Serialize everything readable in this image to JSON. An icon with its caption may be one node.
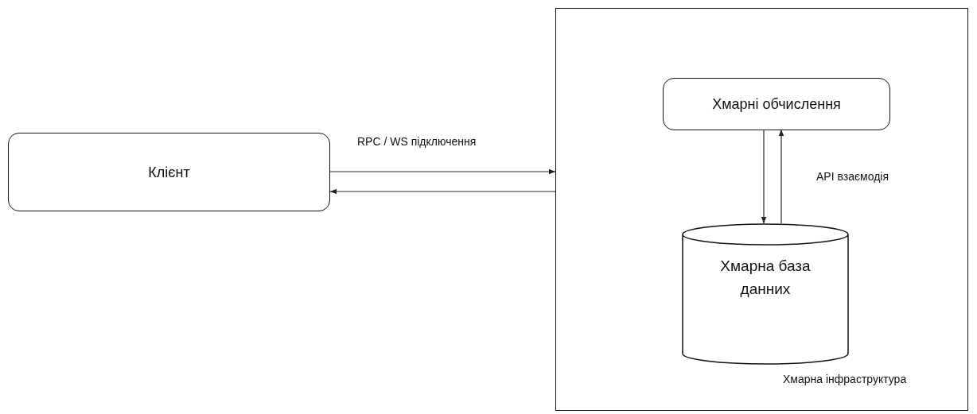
{
  "diagram": {
    "nodes": [
      {
        "text": [
          "Хмарна інфраструктура"
        ]
      },
      {
        "text": [
          "Клієнт"
        ]
      },
      {
        "text": [
          "Хмарні обчислення"
        ],
        "in": 0
      },
      {
        "text": [
          "Хмарна база данних"
        ],
        "in": 0
      }
    ],
    "edges": [
      {
        "from": 1,
        "to": 0,
        "arrow": "to",
        "label": "RPC / WS підключення"
      },
      {
        "from": 0,
        "to": 1,
        "arrow": "to"
      },
      {
        "from": 2,
        "to": 3,
        "arrow": "to"
      },
      {
        "from": 3,
        "to": 2,
        "arrow": "to",
        "label": "API взаємодія"
      }
    ]
  }
}
